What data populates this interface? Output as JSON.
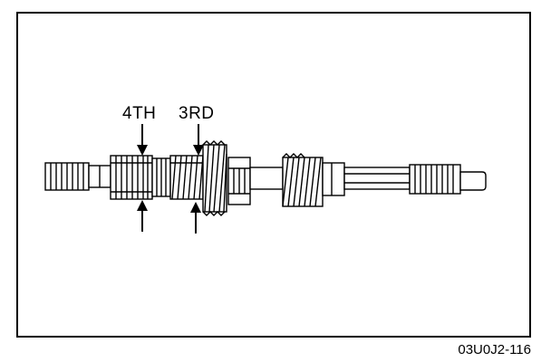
{
  "diagram": {
    "labels": {
      "fourth_gear": "4TH",
      "third_gear": "3RD"
    },
    "figure_code": "03U0J2-116",
    "line_color": "#000000",
    "background_color": "#ffffff",
    "icons": {
      "arrow": "arrow-icon",
      "shaft": "mainshaft-illustration"
    }
  }
}
